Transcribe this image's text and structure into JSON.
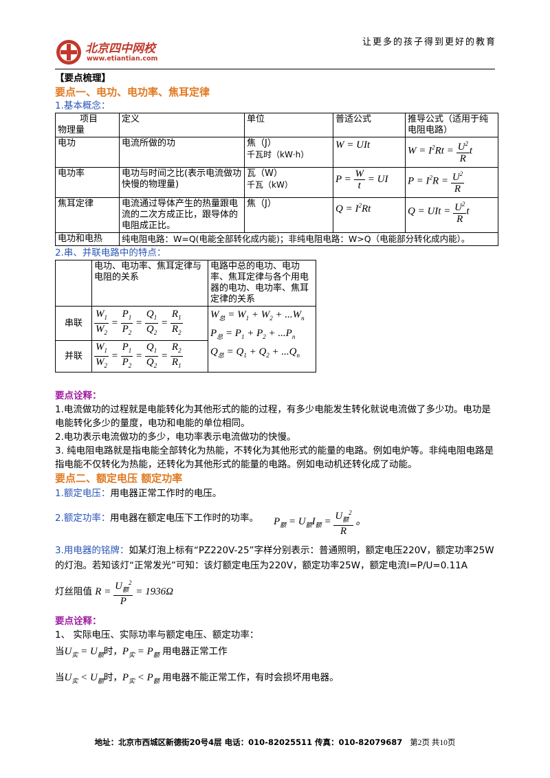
{
  "header": {
    "logo_text": "北京四中网校",
    "logo_url": "www.etiantian.com",
    "slogan": "让更多的孩子得到更好的教育"
  },
  "content": {
    "section_title": "【要点梳理】",
    "point1_title": "要点一、电功、电功率、焦耳定律",
    "basic_concepts_label": "1.基本概念：",
    "table1": {
      "headers": {
        "item_top": "项目",
        "item_bottom": "物理量",
        "definition": "定义",
        "unit": "单位",
        "general_formula": "普适公式",
        "derived_formula": "推导公式（适用于纯电阻电路）"
      },
      "rows": [
        {
          "name": "电功",
          "definition": "电流所做的功",
          "unit1": "焦（J）",
          "unit2": "千瓦时（kW·h）"
        },
        {
          "name": "电功率",
          "definition": "电功与时间之比(表示电流做功快慢的物理量)",
          "unit1": "瓦（W）",
          "unit2": "千瓦（kW）"
        },
        {
          "name": "焦耳定律",
          "definition": "电流通过导体产生的热量跟电流的二次方成正比，跟导体的电阻成正比。",
          "unit1": "焦（J）",
          "unit2": ""
        }
      ],
      "footer_name": "电功和电热",
      "footer_text": "纯电阻电路：W=Q(电能全部转化成内能)；非纯电阻电路：W>Q（电能部分转化成内能）。"
    },
    "series_parallel_label": "2.串、并联电路中的特点：",
    "table2": {
      "header1": "电功、电功率、焦耳定律与电阻的关系",
      "header2": "电路中总的电功、电功率、焦耳定律与各个用电器的电功、电功率、焦耳定律的关系",
      "series": "串联",
      "parallel": "并联"
    },
    "explain1_title": "要点诠释：",
    "explain1": [
      "1.电流做功的过程就是电能转化为其他形式的能的过程，有多少电能发生转化就说电流做了多少功。电功是电能转化多少的量度，电功和电能的单位相同。",
      "2.电功表示电流做功的多少，电功率表示电流做功的快慢。",
      "3. 纯电阻电路就是指电能全部转化为热能，不转化为其他形式的能量的电路。例如电炉等。非纯电阻电路是指电能不仅转化为热能，还转化为其他形式的能量的电路。例如电动机还转化成了动能。"
    ],
    "point2_title": "要点二、额定电压 额定功率",
    "rated_voltage_label": "1.额定电压：",
    "rated_voltage_text": "用电器正常工作时的电压。",
    "rated_power_label": "2.额定功率：",
    "rated_power_text": "用电器在额定电压下工作时的功率。",
    "nameplate_label": "3.用电器的铭牌：",
    "nameplate_text": "如某灯泡上标有“PZ220V-25”字样分别表示：普通照明，额定电压220V，额定功率25W的灯泡。若知该灯“正常发光”可知：该灯额定电压为220V，额定功率25W，额定电流I=P/U=0.11A",
    "filament_prefix": "灯丝阻值",
    "filament_value": "1936Ω",
    "explain2_title": "要点诠释：",
    "explain2_item": "1、 实际电压、实际功率与额定电压、额定功率：",
    "cond1_prefix": "当",
    "cond1_mid": "时，",
    "cond1_text": "用电器正常工作",
    "cond2_prefix": "当",
    "cond2_mid": "时，",
    "cond2_text": "用电器不能正常工作，有时会损坏用电器。"
  },
  "footer": {
    "address": "地址：北京市西城区新德街20号4层 电话：010-82025511 传真：010-82079687",
    "page": "第2页 共10页"
  },
  "colors": {
    "orange": "#e07820",
    "purple": "#a01ca0",
    "blue": "#2a55b8",
    "logo_red": "#c0392b"
  }
}
